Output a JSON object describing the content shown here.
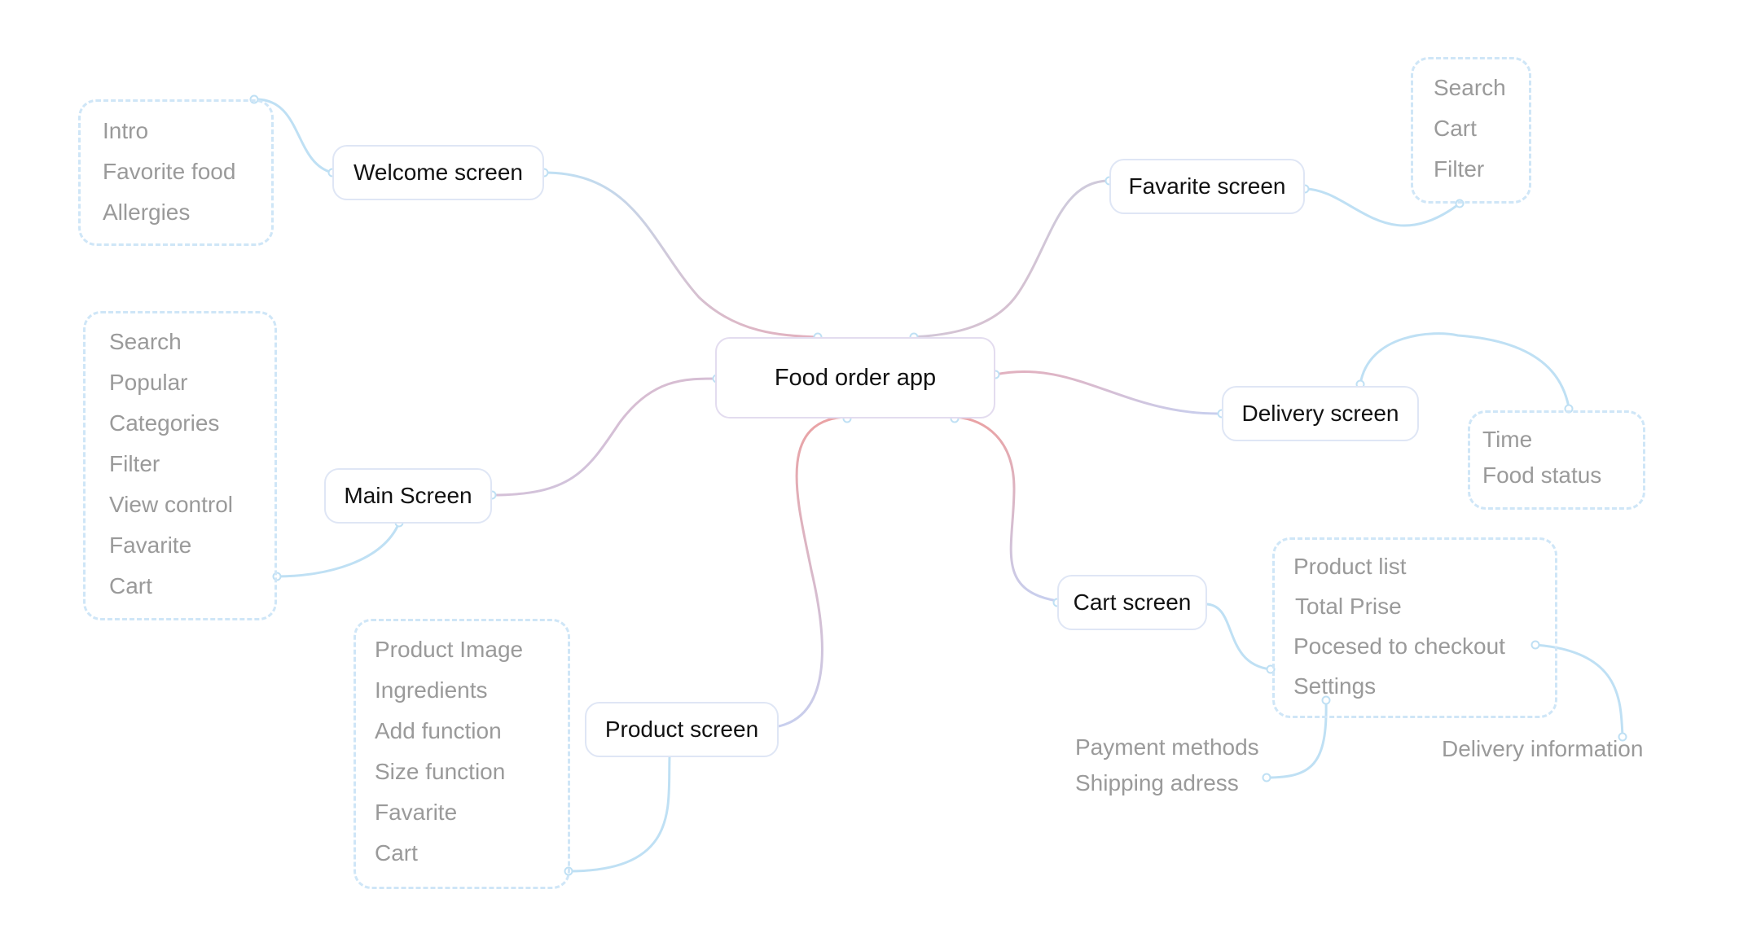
{
  "central": "Food order app",
  "nodes": {
    "welcome": "Welcome screen",
    "main": "Main Screen",
    "product": "Product screen",
    "favorite": "Favarite screen",
    "delivery": "Delivery screen",
    "cart": "Cart screen"
  },
  "groups": {
    "welcome": [
      "Intro",
      "Favorite food",
      "Allergies"
    ],
    "main": [
      "Search",
      "Popular",
      "Categories",
      "Filter",
      "View control",
      "Favarite",
      "Cart"
    ],
    "product": [
      "Product Image",
      "Ingredients",
      "Add function",
      "Size function",
      "Favarite",
      "Cart"
    ],
    "favorite": [
      "Search",
      "Cart",
      "Filter"
    ],
    "delivery": [
      "Time",
      "Food status"
    ],
    "cart": [
      "Product list",
      "Total Prise",
      "Pocesed to checkout",
      "Settings"
    ]
  },
  "settings_items": [
    "Payment methods",
    "Shipping adress"
  ],
  "checkout_item": "Delivery information",
  "colors": {
    "link_blue": "#bfe0f4",
    "link_pink": "#e6b4bf",
    "link_red": "#e9a9aa",
    "dashed_border": "#cfe6f7",
    "node_border": "#dfe6f5",
    "muted_text": "#9a9a9a"
  }
}
